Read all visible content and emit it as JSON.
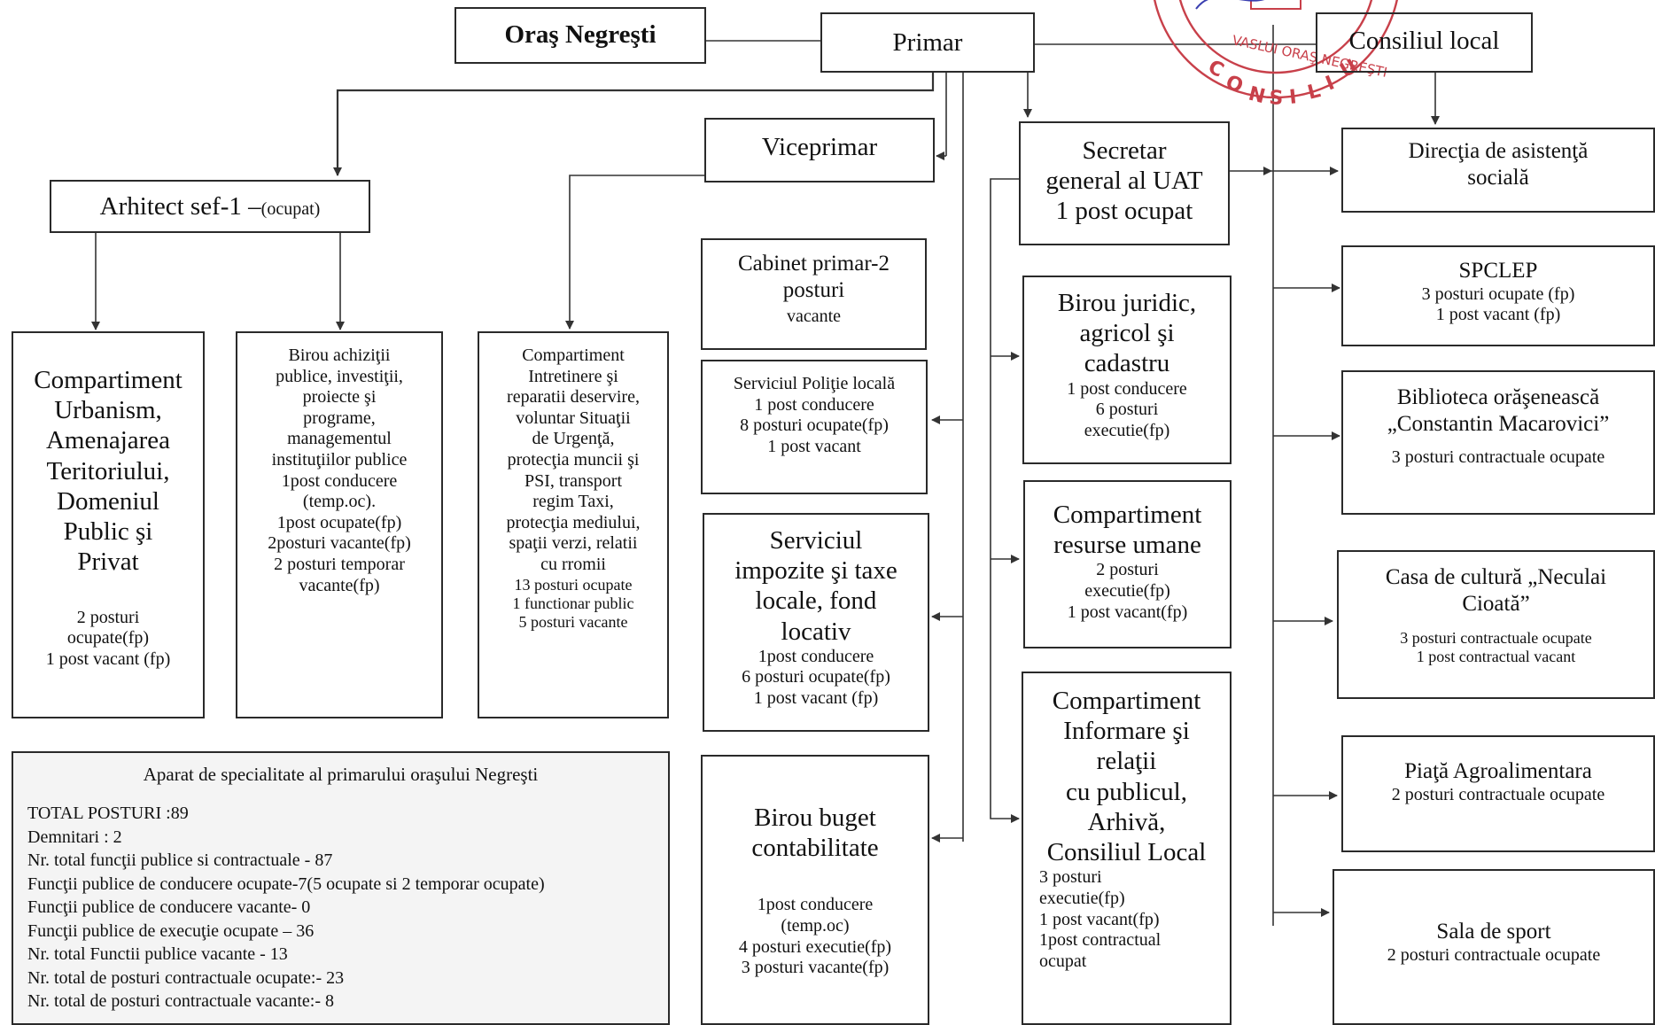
{
  "town": "Oraş Negreşti",
  "mayor": "Primar",
  "council": "Consiliul local",
  "seal_text": "JUDEȚUL VASLUI ORAȘ NEGREȘTI CONSILIUL LOCAL",
  "architect": {
    "title": "Arhitect sef-1 –",
    "status": "(ocupat)"
  },
  "viceprimar": "Viceprimar",
  "secretar": [
    "Secretar",
    "general al UAT",
    "1 post ocupat"
  ],
  "left_units": [
    {
      "lines": [
        "Compartiment",
        "Urbanism,",
        "Amenajarea",
        "Teritoriului,",
        "Domeniul",
        "Public şi",
        "Privat"
      ],
      "details": [
        "2 posturi",
        "ocupate(fp)",
        "1 post  vacant (fp)"
      ]
    },
    {
      "lines": [
        "Birou achiziţii",
        "publice, investiţii,",
        "proiecte şi",
        "programe,",
        "managementul",
        "instituţiilor publice",
        "1post conducere",
        "(temp.oc).",
        "1post ocupate(fp)",
        "2posturi vacante(fp)",
        "2 posturi temporar",
        "vacante(fp)"
      ]
    },
    {
      "lines": [
        "Compartiment",
        "Intretinere şi",
        "reparatii deservire,",
        "voluntar Situaţii",
        "de Urgenţă,",
        "protecţia muncii şi",
        "PSI, transport",
        "regim Taxi,",
        "protecţia mediului,",
        "spaţii verzi, relatii",
        "cu rromii"
      ],
      "details": [
        "13  posturi ocupate",
        "1 functionar public",
        "5 posturi vacante"
      ]
    }
  ],
  "middle_units": [
    {
      "lines": [
        "Cabinet primar-2",
        "posturi"
      ],
      "details": [
        "vacante"
      ]
    },
    {
      "lines": [
        "Serviciul Poliţie locală",
        "1 post conducere",
        "8 posturi ocupate(fp)",
        "1 post vacant"
      ]
    },
    {
      "lines": [
        "Serviciul",
        "impozite şi taxe",
        "locale, fond",
        "locativ"
      ],
      "details": [
        "1post conducere",
        "6 posturi ocupate(fp)",
        "1 post vacant (fp)"
      ]
    },
    {
      "lines": [
        "Birou buget",
        "contabilitate"
      ],
      "details": [
        "1post conducere",
        "(temp.oc)",
        "4 posturi executie(fp)",
        "3 posturi vacante(fp)"
      ]
    }
  ],
  "secretary_units": [
    {
      "lines": [
        "Birou juridic,",
        "agricol şi",
        "cadastru"
      ],
      "details": [
        "1 post conducere",
        "6 posturi",
        "executie(fp)"
      ]
    },
    {
      "lines": [
        "Compartiment",
        "resurse umane"
      ],
      "details": [
        "2 posturi",
        "executie(fp)",
        "1 post vacant(fp)"
      ]
    },
    {
      "lines": [
        "Compartiment",
        "Informare şi",
        "relaţii",
        "cu publicul,",
        "Arhivă,",
        "Consiliul Local"
      ],
      "details": [
        "3 posturi",
        "executie(fp)",
        "1 post vacant(fp)",
        "1post contractual",
        "ocupat"
      ]
    }
  ],
  "right_units": [
    {
      "lines": [
        "Direcţia de asistenţă",
        "socială"
      ]
    },
    {
      "lines": [
        "SPCLEP"
      ],
      "details": [
        "3 posturi ocupate (fp)",
        "1 post vacant (fp)"
      ]
    },
    {
      "lines": [
        "Biblioteca orăşenească",
        "„Constantin Macarovici”"
      ],
      "details": [
        "3  posturi contractuale ocupate"
      ]
    },
    {
      "lines": [
        "Casa de cultură „Neculai",
        "Cioată”"
      ],
      "details": [
        "3 posturi contractuale ocupate",
        "1 post contractual vacant"
      ]
    },
    {
      "lines": [
        "Piaţă Agroalimentara"
      ],
      "details": [
        "2 posturi contractuale ocupate"
      ]
    },
    {
      "lines": [
        "Sala de sport"
      ],
      "details": [
        "2 posturi contractuale ocupate"
      ]
    }
  ],
  "summary": {
    "title": "Aparat de specialitate al primarului oraşului Negreşti",
    "lines": [
      "TOTAL POSTURI  :89",
      "Demnitari : 2",
      "Nr. total funcţii publice si contractuale - 87",
      "Funcţii publice de conducere ocupate-7(5 ocupate si 2 temporar ocupate)",
      "Funcţii publice de conducere vacante- 0",
      "Funcţii publice de execuţie ocupate – 36",
      "Nr. total Functii publice vacante - 13",
      "Nr. total de posturi contractuale ocupate:- 23",
      "Nr. total de posturi contractuale vacante:- 8"
    ]
  },
  "colors": {
    "seal": "#c8404a",
    "ink": "#2a2a2a",
    "signature": "#3a3fb0"
  }
}
